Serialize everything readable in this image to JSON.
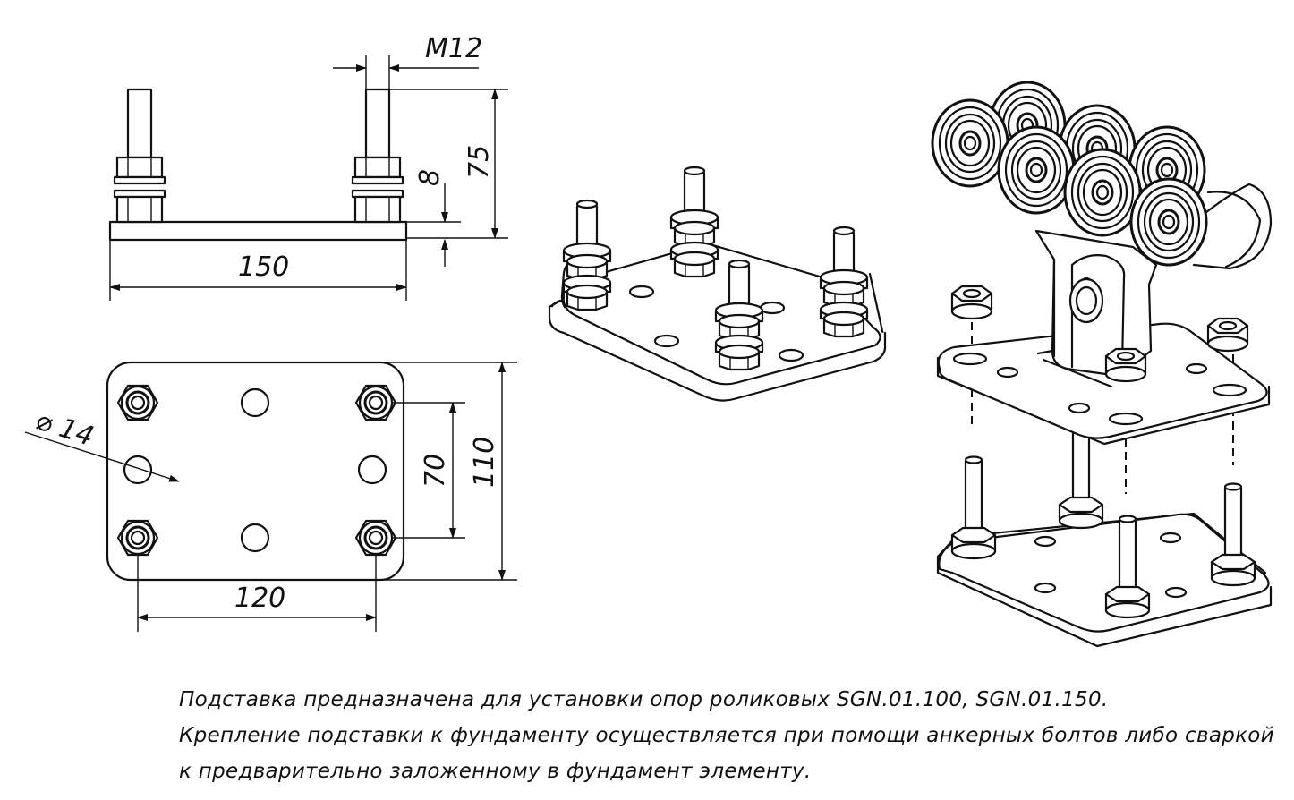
{
  "dimensions": {
    "thread": "M12",
    "stud_height": "75",
    "plate_thickness": "8",
    "plate_length": "150",
    "hole_diameter": "⌀ 14",
    "inner_spacing": "70",
    "plate_width": "110",
    "hole_spacing": "120"
  },
  "caption": {
    "line1": "Подставка предназначена для установки опор роликовых SGN.01.100, SGN.01.150.",
    "line2": "Крепление подставки к фундаменту осуществляется при помощи анкерных болтов либо сваркой",
    "line3": "к предварительно заложенному в фундамент элементу."
  }
}
